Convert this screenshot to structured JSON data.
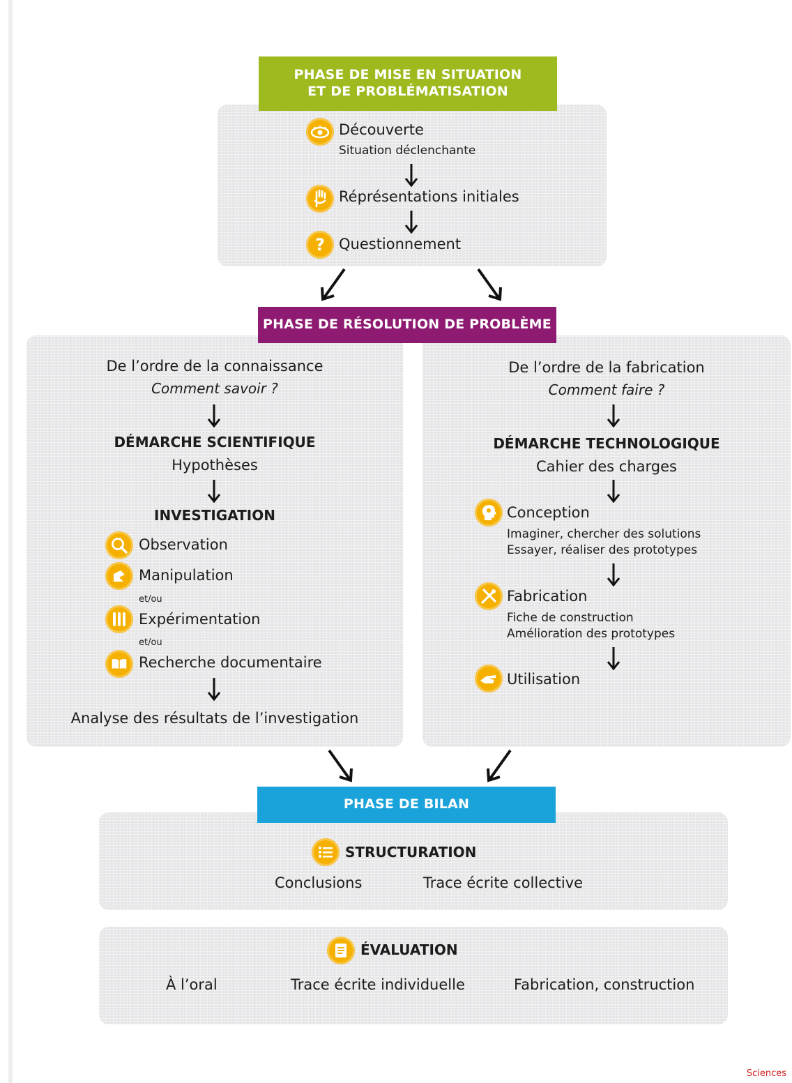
{
  "colors": {
    "phase1": "#9dba1f",
    "phase2": "#8e1a72",
    "phase3": "#1aa3da",
    "icon": "#f5b000",
    "panel": "#e6e6e8"
  },
  "phase1": {
    "title_line1": "PHASE DE MISE EN SITUATION",
    "title_line2": "ET DE PROBLÉMATISATION",
    "steps": [
      {
        "icon": "eye-icon",
        "label": "Découverte",
        "sub": "Situation déclenchante"
      },
      {
        "icon": "hand-raised-icon",
        "label": "Réprésentations initiales"
      },
      {
        "icon": "question-icon",
        "label": "Questionnement"
      }
    ]
  },
  "phase2": {
    "title": "PHASE DE RÉSOLUTION DE PROBLÈME",
    "left": {
      "heading": "De l’ordre de la connaissance",
      "question": "Comment savoir ?",
      "method": "DÉMARCHE SCIENTIFIQUE",
      "method_sub": "Hypothèses",
      "investigation": "INVESTIGATION",
      "items": [
        {
          "icon": "magnifier-icon",
          "label": "Observation"
        },
        {
          "icon": "hand-icon",
          "label": "Manipulation"
        },
        {
          "icon": "test-tubes-icon",
          "label": "Expérimentation"
        },
        {
          "icon": "book-icon",
          "label": "Recherche documentaire"
        }
      ],
      "connector": "et/ou",
      "result": "Analyse des résultats de l’investigation"
    },
    "right": {
      "heading": "De l’ordre de la fabrication",
      "question": "Comment faire ?",
      "method": "DÉMARCHE TECHNOLOGIQUE",
      "method_sub": "Cahier des charges",
      "steps": [
        {
          "icon": "head-idea-icon",
          "label": "Conception",
          "sub1": "Imaginer, chercher des solutions",
          "sub2": "Essayer, réaliser des prototypes"
        },
        {
          "icon": "tools-icon",
          "label": "Fabrication",
          "sub1": "Fiche de construction",
          "sub2": "Amélioration des prototypes"
        },
        {
          "icon": "hand-use-icon",
          "label": "Utilisation"
        }
      ]
    }
  },
  "phase3": {
    "title": "PHASE DE BILAN",
    "structuration": {
      "icon": "list-icon",
      "title": "STRUCTURATION",
      "items": [
        "Conclusions",
        "Trace écrite collective"
      ]
    },
    "evaluation": {
      "icon": "checklist-icon",
      "title": "ÉVALUATION",
      "items": [
        "À l’oral",
        "Trace écrite individuelle",
        "Fabrication, construction"
      ]
    }
  },
  "footer": "Sciences"
}
